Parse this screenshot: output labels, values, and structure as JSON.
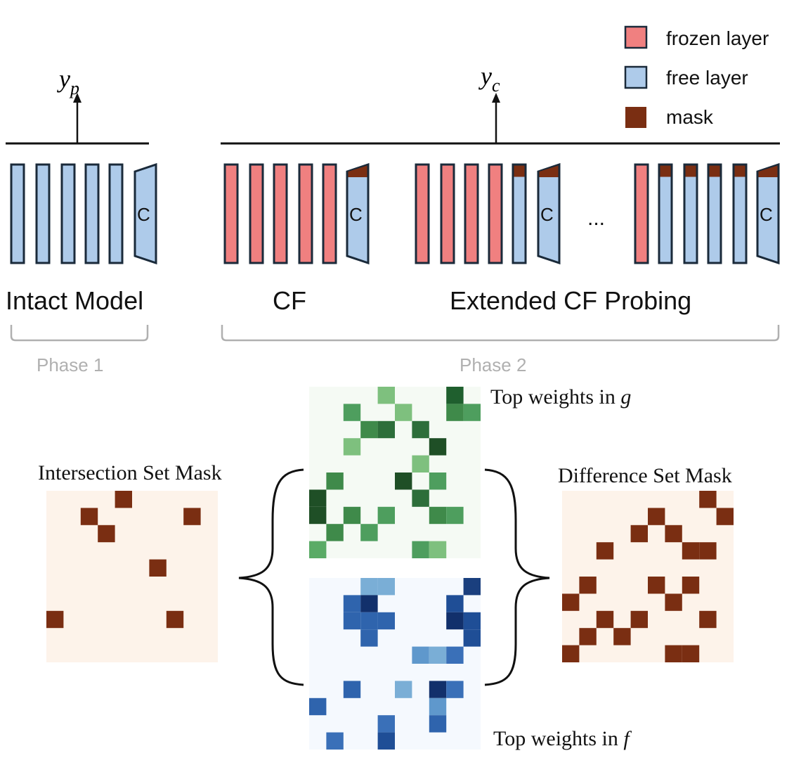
{
  "outputs": {
    "intact": "y",
    "intact_sub": "p",
    "cf": "y",
    "cf_sub": "c"
  },
  "legend": [
    {
      "label": "frozen layer",
      "color": "#f08080"
    },
    {
      "label": "free layer",
      "color": "#aecbea"
    },
    {
      "label": "mask",
      "color": "#7a2e12"
    }
  ],
  "layers": {
    "classifier_label": "C",
    "ellipsis": "...",
    "frozen_color": "#f08080",
    "free_color": "#aecbea",
    "mask_color": "#7a2e12",
    "outline_color": "#1a2a3a"
  },
  "groups": [
    {
      "label": "Intact Model"
    },
    {
      "label": "CF"
    },
    {
      "label": "Extended CF Probing"
    }
  ],
  "phases": [
    {
      "label": "Phase 1"
    },
    {
      "label": "Phase 2"
    }
  ],
  "masks": {
    "intersection": {
      "title": "Intersection Set Mask",
      "bg": "#fdf3ea",
      "fill": "#7a2e12",
      "cells": [
        [
          4,
          0
        ],
        [
          2,
          1
        ],
        [
          8,
          1
        ],
        [
          3,
          2
        ],
        [
          6,
          4
        ],
        [
          0,
          7
        ],
        [
          7,
          7
        ]
      ]
    },
    "difference": {
      "title": "Difference Set Mask",
      "bg": "#fdf3ea",
      "fill": "#7a2e12",
      "cells": [
        [
          8,
          0
        ],
        [
          9,
          1
        ],
        [
          5,
          1
        ],
        [
          4,
          2
        ],
        [
          6,
          2
        ],
        [
          2,
          3
        ],
        [
          7,
          3
        ],
        [
          8,
          3
        ],
        [
          1,
          5
        ],
        [
          5,
          5
        ],
        [
          7,
          5
        ],
        [
          0,
          6
        ],
        [
          6,
          6
        ],
        [
          2,
          7
        ],
        [
          4,
          7
        ],
        [
          8,
          7
        ],
        [
          1,
          8
        ],
        [
          3,
          8
        ],
        [
          0,
          9
        ],
        [
          6,
          9
        ],
        [
          7,
          9
        ]
      ]
    },
    "g": {
      "title": "Top weights in ",
      "var": "g",
      "bg": "#f5faf4",
      "cells": [
        [
          4,
          0,
          "#7ec07e"
        ],
        [
          8,
          0,
          "#1f5f2e"
        ],
        [
          2,
          1,
          "#4e9e5e"
        ],
        [
          5,
          1,
          "#7ec07e"
        ],
        [
          8,
          1,
          "#3f8a4a"
        ],
        [
          9,
          1,
          "#4e9e5e"
        ],
        [
          3,
          2,
          "#3f8a4a"
        ],
        [
          4,
          2,
          "#2d6e3a"
        ],
        [
          6,
          2,
          "#2d6e3a"
        ],
        [
          2,
          3,
          "#7ec07e"
        ],
        [
          7,
          3,
          "#1f4f26"
        ],
        [
          6,
          4,
          "#7ec07e"
        ],
        [
          1,
          5,
          "#3f8a4a"
        ],
        [
          5,
          5,
          "#1f4f26"
        ],
        [
          7,
          5,
          "#4e9e5e"
        ],
        [
          0,
          6,
          "#1f4f26"
        ],
        [
          6,
          6,
          "#2d6e3a"
        ],
        [
          0,
          7,
          "#1f4f26"
        ],
        [
          2,
          7,
          "#3f8a4a"
        ],
        [
          4,
          7,
          "#4e9e5e"
        ],
        [
          7,
          7,
          "#3f8a4a"
        ],
        [
          8,
          7,
          "#4e9e5e"
        ],
        [
          1,
          8,
          "#3f8a4a"
        ],
        [
          3,
          8,
          "#4e9e5e"
        ],
        [
          0,
          9,
          "#5aab66"
        ],
        [
          6,
          9,
          "#4e9e5e"
        ],
        [
          7,
          9,
          "#7ec07e"
        ]
      ]
    },
    "f": {
      "title": "Top weights in ",
      "var": "f",
      "bg": "#f5f9fe",
      "cells": [
        [
          3,
          0,
          "#7aaed6"
        ],
        [
          4,
          0,
          "#7aaed6"
        ],
        [
          9,
          0,
          "#1a3f7e"
        ],
        [
          2,
          1,
          "#2f64ad"
        ],
        [
          3,
          1,
          "#12306b"
        ],
        [
          8,
          1,
          "#1f4e96"
        ],
        [
          2,
          2,
          "#2f64ad"
        ],
        [
          3,
          2,
          "#2f64ad"
        ],
        [
          4,
          2,
          "#2f64ad"
        ],
        [
          8,
          2,
          "#12306b"
        ],
        [
          9,
          2,
          "#1f4e96"
        ],
        [
          3,
          3,
          "#2f64ad"
        ],
        [
          9,
          3,
          "#1f4e96"
        ],
        [
          6,
          4,
          "#5f98cc"
        ],
        [
          7,
          4,
          "#7aaed6"
        ],
        [
          8,
          4,
          "#3a70b8"
        ],
        [
          2,
          6,
          "#2f64ad"
        ],
        [
          5,
          6,
          "#7aaed6"
        ],
        [
          7,
          6,
          "#12306b"
        ],
        [
          8,
          6,
          "#3a70b8"
        ],
        [
          0,
          7,
          "#2f64ad"
        ],
        [
          7,
          7,
          "#5f98cc"
        ],
        [
          4,
          8,
          "#3a70b8"
        ],
        [
          7,
          8,
          "#2f64ad"
        ],
        [
          1,
          9,
          "#3a70b8"
        ],
        [
          4,
          9,
          "#1f4e96"
        ]
      ]
    }
  }
}
